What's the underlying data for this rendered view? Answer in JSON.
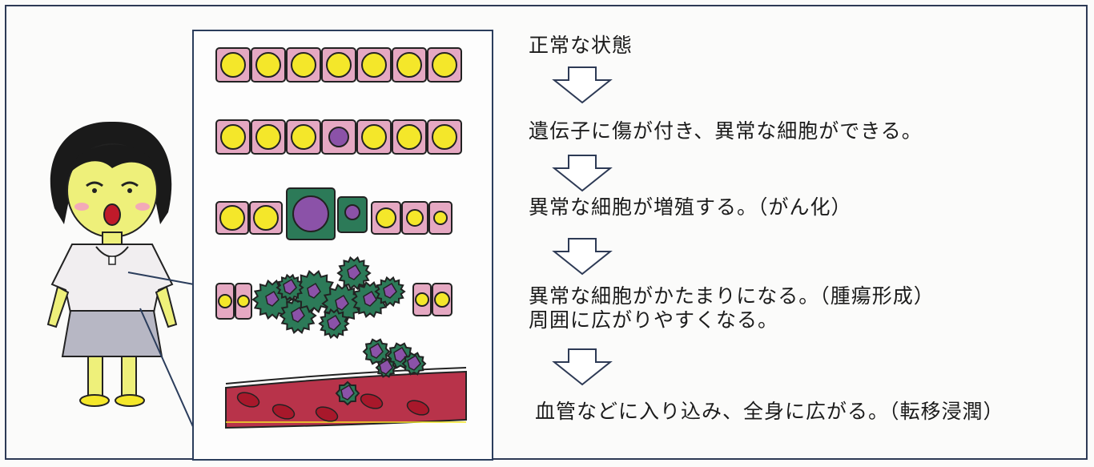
{
  "steps": [
    {
      "text": "正常な状態"
    },
    {
      "text": "遺伝子に傷が付き、異常な細胞ができる。"
    },
    {
      "text": "異常な細胞が増殖する。（がん化）"
    },
    {
      "text": "異常な細胞がかたまりになる。（腫瘍形成）",
      "text2": "周囲に広がりやすくなる。"
    },
    {
      "text": "血管などに入り込み、全身に広がる。（転移浸潤）"
    }
  ],
  "colors": {
    "cell_wall": "#e5a8c2",
    "nucleus": "#f4e72a",
    "abnormal_nucleus": "#8b52a8",
    "tumor": "#2c7a58",
    "vessel": "#b8334a",
    "blood_cell": "#a8182b",
    "frame": "#2d3a55"
  }
}
